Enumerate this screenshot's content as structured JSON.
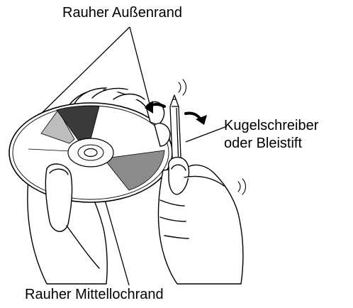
{
  "labels": {
    "outer_edge": "Rauher Außenrand",
    "pen_line1": "Kugelschreiber",
    "pen_line2": "oder Bleistift",
    "center_hole_edge": "Rauher Mittellochrand"
  },
  "colors": {
    "ink": "#000000",
    "background": "#ffffff",
    "disc_face": "#ffffff",
    "segment_dark": "#3a3a3a",
    "segment_mid": "#8c8c8c",
    "segment_light": "#bdbdbd"
  }
}
